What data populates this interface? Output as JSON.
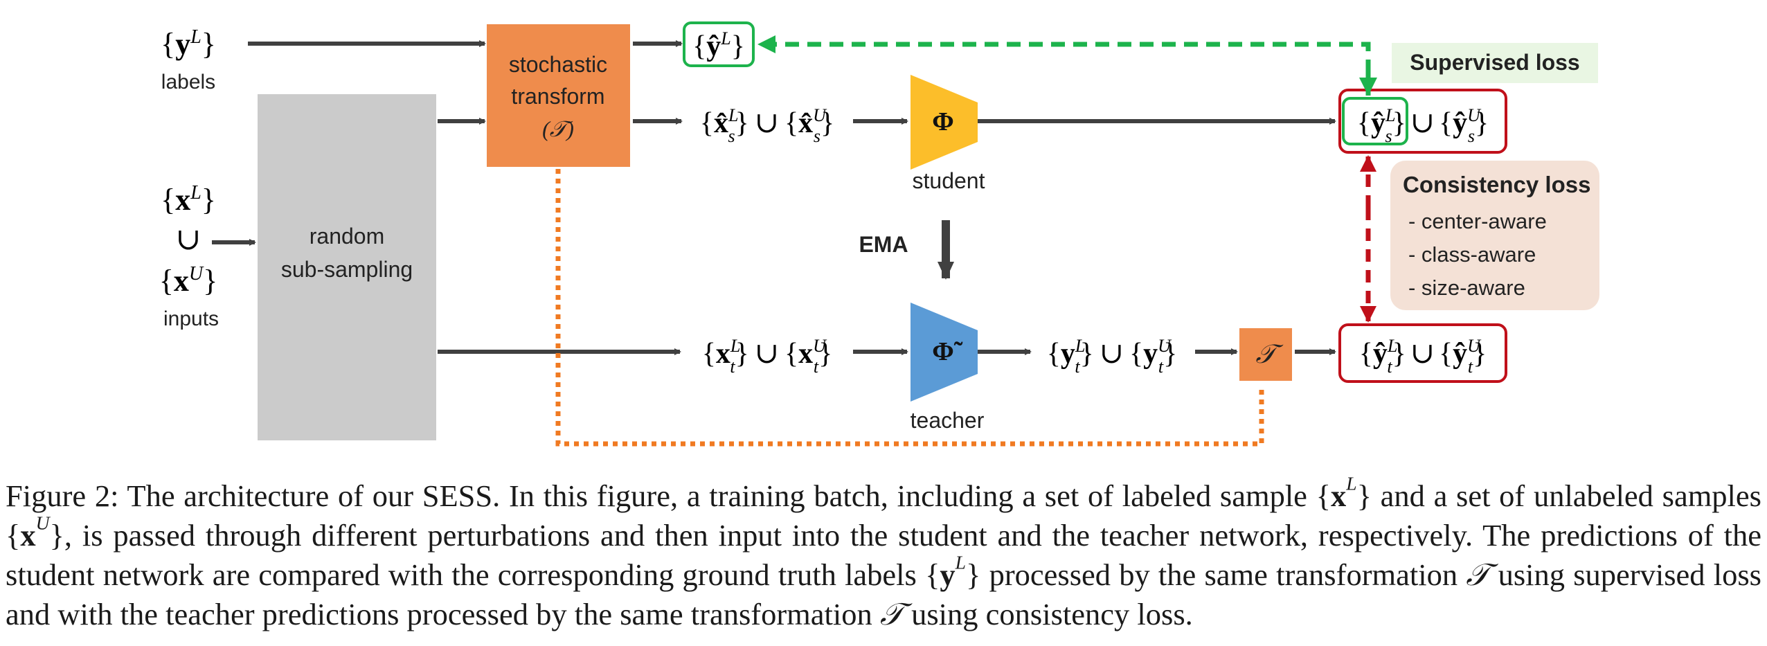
{
  "figure": {
    "labels_text": "labels",
    "inputs_text": "inputs",
    "union_sign": "∪",
    "random_line1": "random",
    "random_line2": "sub-sampling",
    "stochastic_line1": "stochastic",
    "stochastic_line2": "transform",
    "stochastic_line3": "(𝒯)",
    "student_text": "student",
    "teacher_text": "teacher",
    "ema_text": "EMA",
    "phi_symbol": "Φ",
    "phi_tilde_symbol": "Φ̃",
    "transform_symbol": "𝒯",
    "supervised_loss_title": "Supervised loss",
    "consistency_title": "Consistency loss",
    "consistency_items": [
      "- center-aware",
      "- class-aware",
      "- size-aware"
    ],
    "colors": {
      "orange_box": "#ef8c4c",
      "gray_box": "#cbcbcb",
      "student_yellow": "#fcbe2a",
      "teacher_blue": "#5b9bd6",
      "green_dash": "#1db34c",
      "red_dash": "#c0101a",
      "orange_dot": "#f07a22",
      "arrow_dark": "#404040",
      "supervised_bg": "#e9f6e3",
      "consistency_bg": "#f4e1d6"
    }
  },
  "caption": {
    "p1": "Figure 2: The architecture of our SESS. In this figure, a training batch, including a set of labeled sample ",
    "p2": " and a set of unlabeled samples ",
    "p3": ", is passed through different perturbations and then input into the student and the teacher network, respectively. The predictions of the student network are compared with the corresponding ground truth labels ",
    "p4": " processed by the same transformation ",
    "p5": " using supervised loss and with the teacher predictions processed by the same transformation ",
    "p6": " using consistency loss.",
    "sym_xL_base": "x",
    "sym_xL_sup": "L",
    "sym_xU_base": "x",
    "sym_xU_sup": "U",
    "sym_yL_base": "y",
    "sym_yL_sup": "L",
    "sym_T": "𝒯",
    "brace_open": "{",
    "brace_close": "}"
  }
}
